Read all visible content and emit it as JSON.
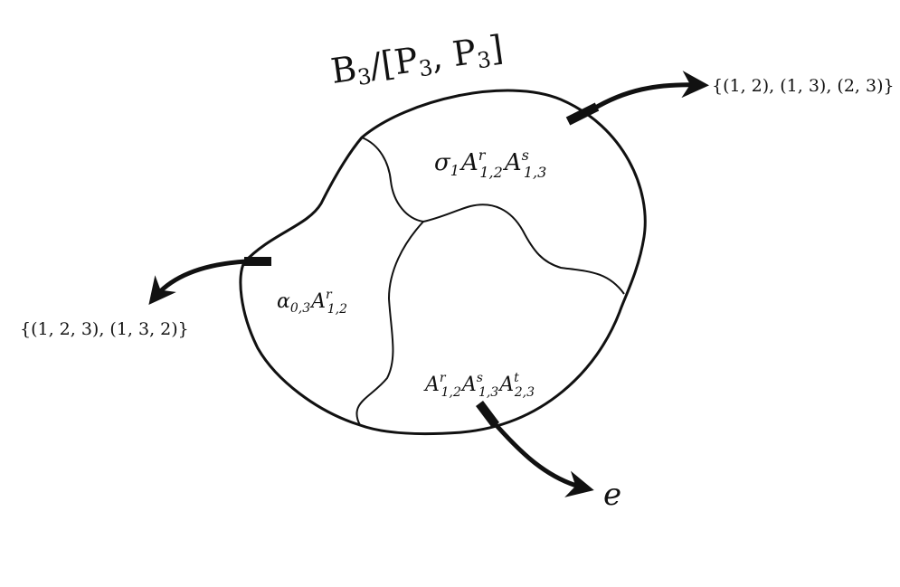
{
  "title": {
    "main": "B",
    "sub": "3",
    "rest": "/[P",
    "sub2": "3",
    "rest2": ", P",
    "sub3": "3",
    "close": "]"
  },
  "regions": {
    "top": {
      "pre": "σ",
      "pre_sub": "1",
      "a1": "A",
      "a1_sup": "r",
      "a1_sub": "1,2",
      "a2": "A",
      "a2_sup": "s",
      "a2_sub": "1,3"
    },
    "left": {
      "pre": "α",
      "pre_sub": "0,3",
      "a1": "A",
      "a1_sup": "r",
      "a1_sub": "1,2"
    },
    "bottom": {
      "a1": "A",
      "a1_sup": "r",
      "a1_sub": "1,2",
      "a2": "A",
      "a2_sup": "s",
      "a2_sub": "1,3",
      "a3": "A",
      "a3_sup": "t",
      "a3_sub": "2,3"
    }
  },
  "targets": {
    "right": "{(1, 2), (1, 3), (2, 3)}",
    "left": "{(1, 2, 3), (1, 3, 2)}",
    "bottom": "e"
  },
  "colors": {
    "ink": "#111111",
    "background": "#ffffff"
  }
}
